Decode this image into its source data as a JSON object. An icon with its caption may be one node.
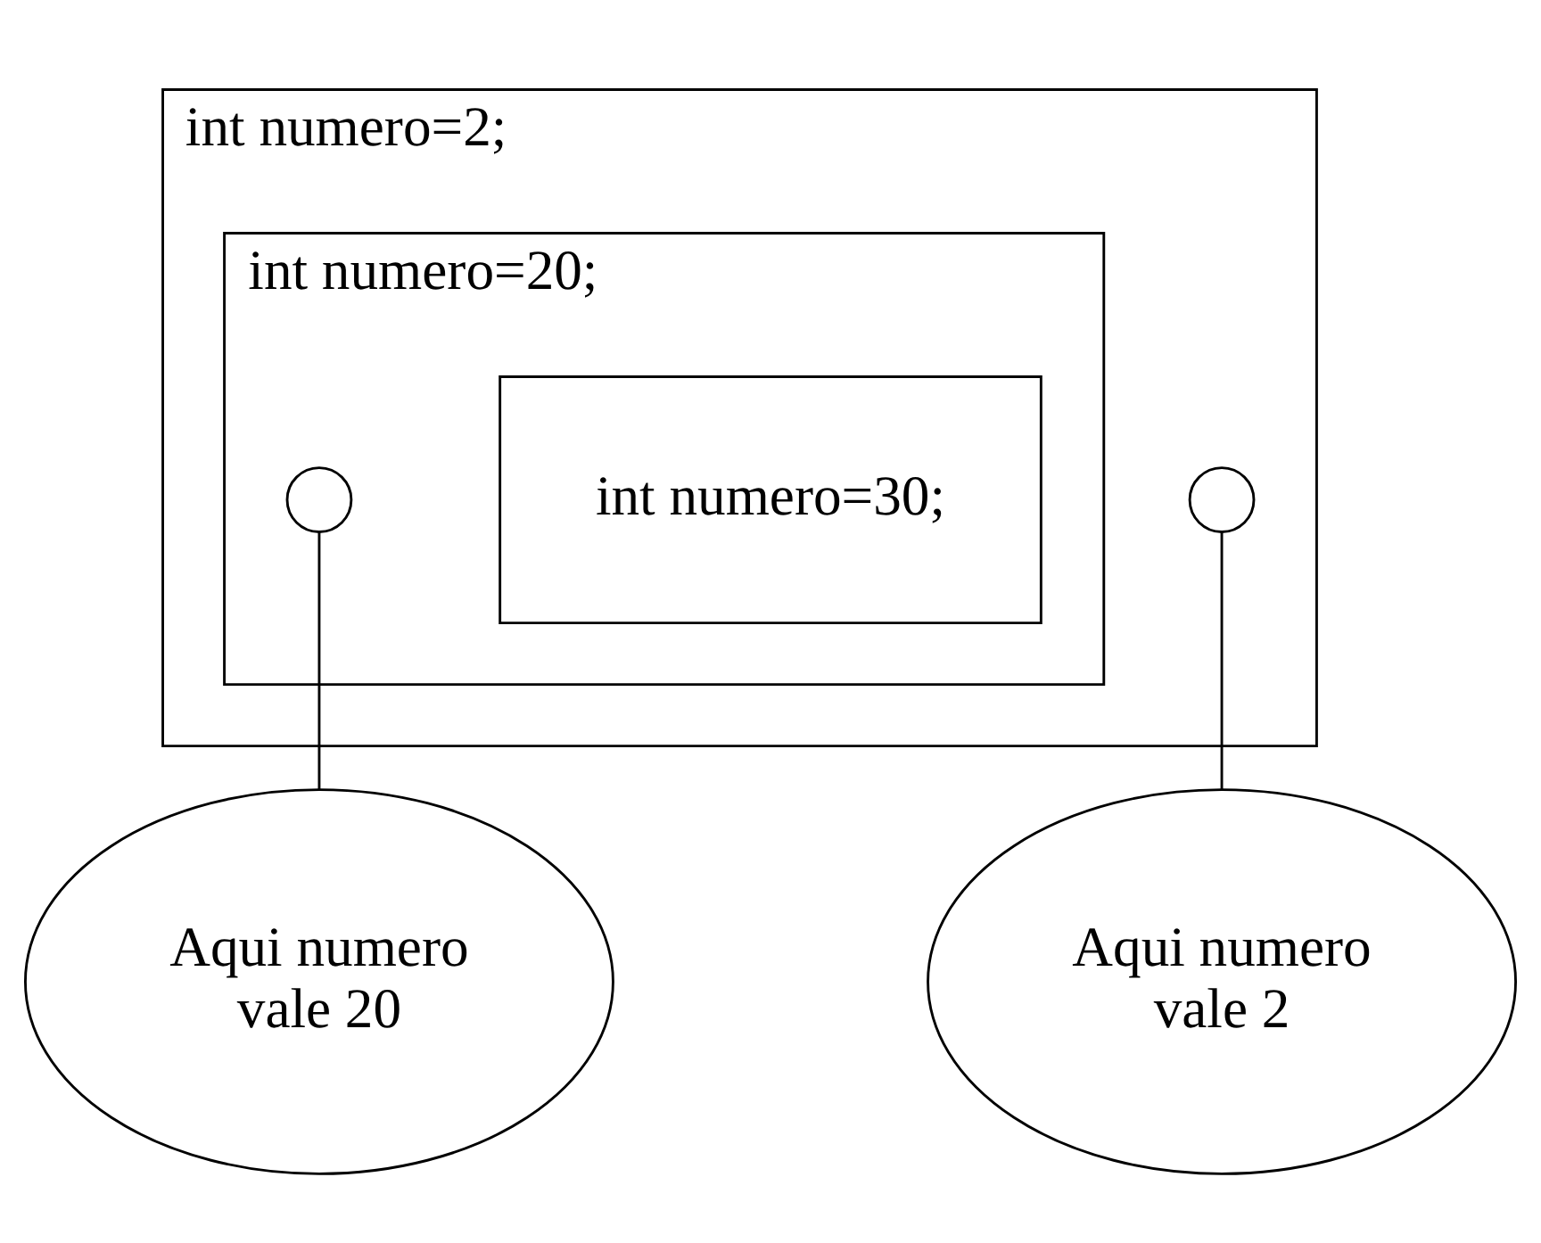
{
  "diagram": {
    "nodes": [
      {
        "text": [
          "int numero=2;"
        ]
      },
      {
        "text": [
          "int numero=20;"
        ],
        "in": 0
      },
      {
        "text": [
          "int numero=30;"
        ],
        "in": 1
      },
      {
        "text": [],
        "shape": "circle",
        "in": 1
      },
      {
        "text": [],
        "shape": "circle",
        "in": 0
      },
      {
        "text": [
          "Aqui numero vale 2"
        ]
      },
      {
        "text": [
          "Aqui numero vale 20"
        ]
      }
    ],
    "edges": [
      {
        "from": 4,
        "to": 5,
        "arrow": "none"
      },
      {
        "from": 3,
        "to": 6,
        "arrow": "none"
      }
    ]
  }
}
